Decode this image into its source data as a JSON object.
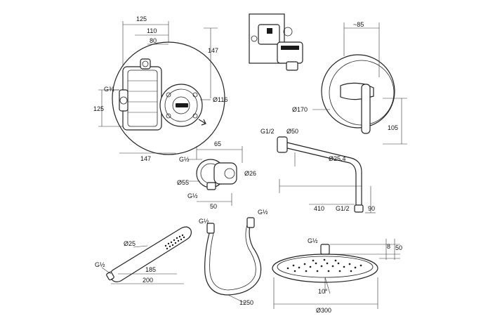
{
  "colors": {
    "line": "#222222",
    "background": "#ffffff"
  },
  "valve_body": {
    "dim_125": "125",
    "dim_110": "110",
    "dim_80": "80",
    "dim_147_right": "147",
    "thread_g34": "G¾",
    "dim_125_left": "125",
    "dia_116": "Ø116",
    "dim_147_bottom": "147"
  },
  "mixer": {
    "approx_85": "~85",
    "dia_170": "Ø170",
    "dim_105": "105"
  },
  "spout": {
    "g12_top": "G1/2",
    "dia_50": "Ø50",
    "dia_25_4": "Ø25,4",
    "dim_410": "410",
    "g12_bottom": "G1/2",
    "dim_90": "90"
  },
  "wall_connector": {
    "dim_65": "65",
    "g12_top": "G½",
    "dia_26": "Ø26",
    "dia_55": "Ø55",
    "g12_bottom": "G½",
    "dim_50": "50"
  },
  "hand_shower": {
    "dia_25": "Ø25",
    "thread": "G½",
    "dim_185": "185",
    "dim_200": "200"
  },
  "hose": {
    "g12_left": "G½",
    "g12_right": "G½",
    "dim_1250": "1250"
  },
  "overhead_shower": {
    "thread": "G½",
    "dim_8": "8",
    "dim_50": "50",
    "angle": "10°",
    "dia_300": "Ø300"
  }
}
